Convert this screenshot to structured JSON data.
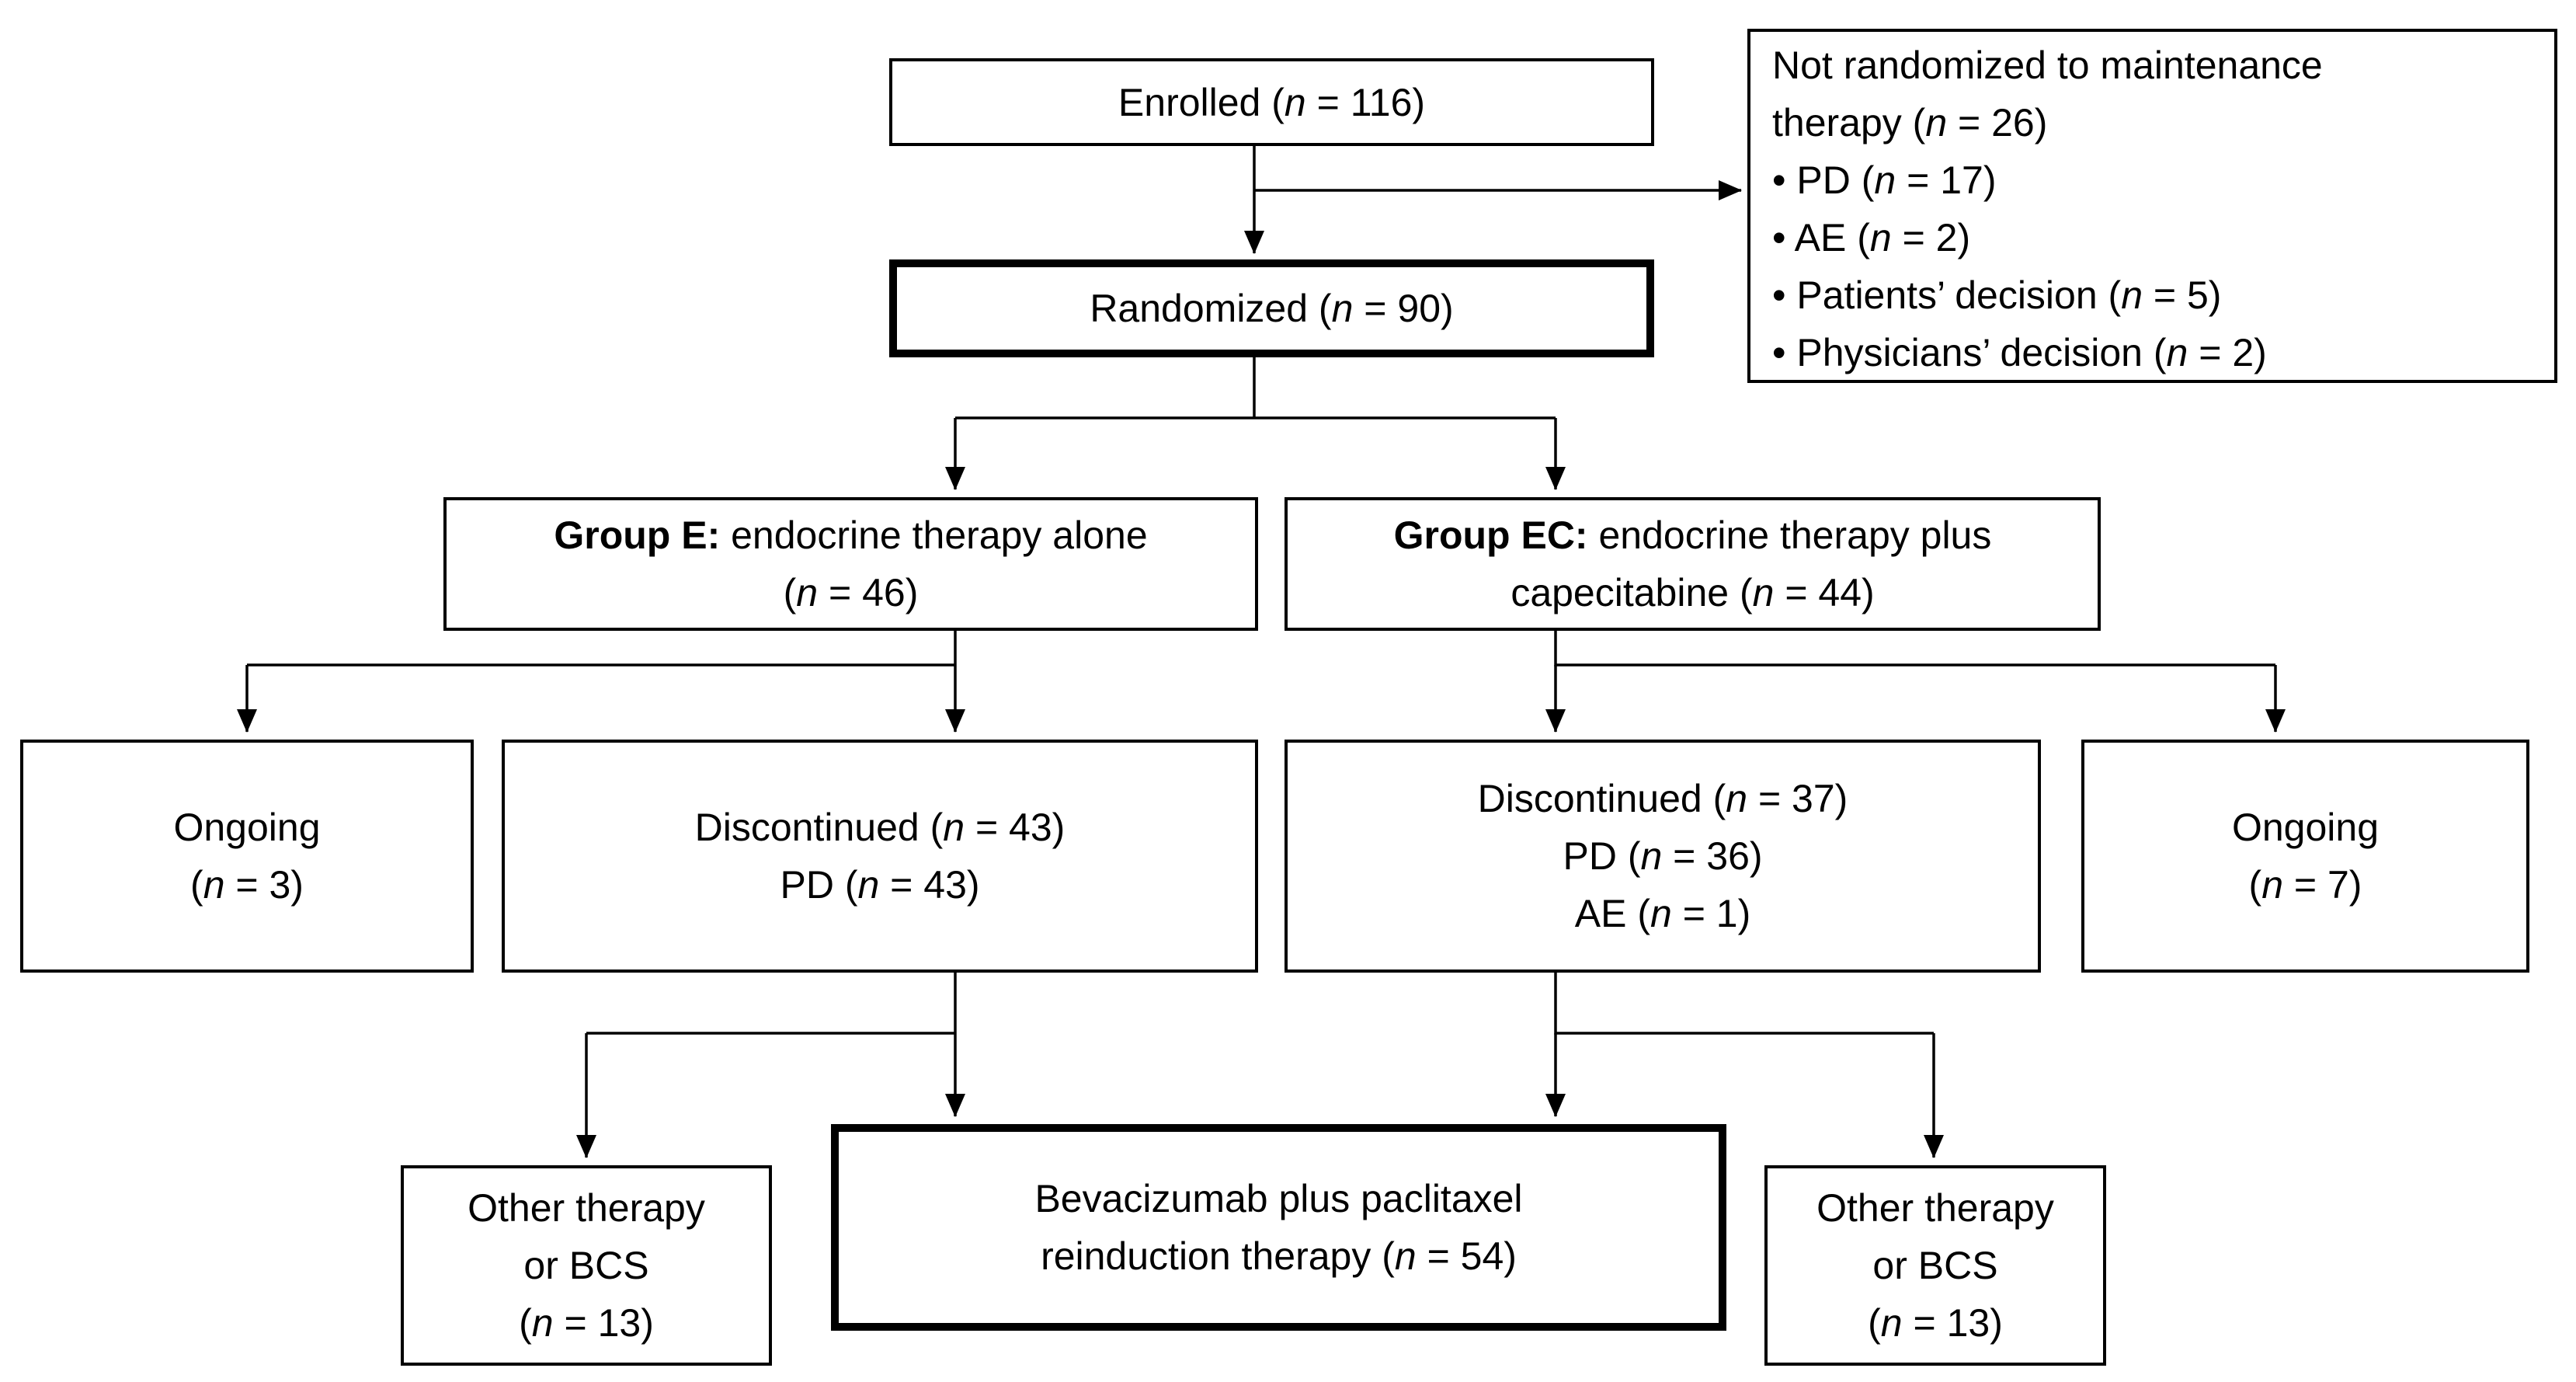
{
  "colors": {
    "line": "#000000",
    "background": "#ffffff",
    "text": "#000000"
  },
  "boxes": {
    "enrolled": {
      "text": "Enrolled (n = 116)"
    },
    "not_randomized": {
      "lines": [
        "Not randomized to maintenance",
        "therapy (n = 26)",
        "• PD (n = 17)",
        "• AE (n = 2)",
        "• Patients’ decision (n = 5)",
        "• Physicians’ decision (n = 2)"
      ]
    },
    "randomized": {
      "text": "Randomized (n = 90)"
    },
    "group_e": {
      "bold": "Group E:",
      "rest": " endocrine therapy alone",
      "line2": "(n = 46)"
    },
    "group_ec": {
      "bold": "Group EC:",
      "rest": " endocrine therapy plus",
      "line2": "capecitabine (n = 44)"
    },
    "ongoing_e": {
      "lines": [
        "Ongoing",
        "(n = 3)"
      ]
    },
    "discontinued_e": {
      "lines": [
        "Discontinued (n = 43)",
        "PD (n = 43)"
      ]
    },
    "discontinued_ec": {
      "lines": [
        "Discontinued (n = 37)",
        "PD (n = 36)",
        "AE (n = 1)"
      ]
    },
    "ongoing_ec": {
      "lines": [
        "Ongoing",
        "(n = 7)"
      ]
    },
    "other_e": {
      "lines": [
        "Other therapy",
        "or BCS",
        "(n = 13)"
      ]
    },
    "bevacizumab": {
      "lines": [
        "Bevacizumab plus paclitaxel",
        "reinduction therapy (n = 54)"
      ]
    },
    "other_ec": {
      "lines": [
        "Other therapy",
        "or BCS",
        "(n = 13)"
      ]
    }
  }
}
